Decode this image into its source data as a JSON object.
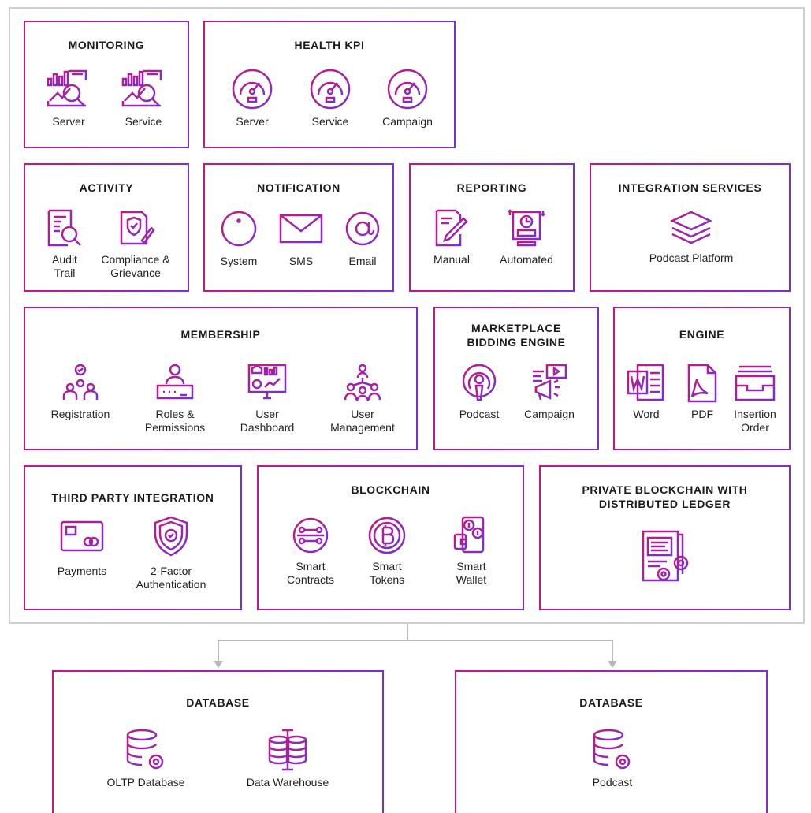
{
  "colors": {
    "accent_start": "#c2187f",
    "accent_end": "#7a2fd3",
    "frame": "#cfcfcf",
    "connector": "#b9b9b9"
  },
  "monitoring": {
    "title": "MONITORING",
    "items": [
      {
        "label": "Server",
        "icon": "analytics-magnifier-icon"
      },
      {
        "label": "Service",
        "icon": "analytics-magnifier-icon"
      }
    ]
  },
  "health_kpi": {
    "title": "HEALTH KPI",
    "items": [
      {
        "label": "Server",
        "icon": "gauge-icon"
      },
      {
        "label": "Service",
        "icon": "gauge-icon"
      },
      {
        "label": "Campaign",
        "icon": "gauge-icon"
      }
    ]
  },
  "activity": {
    "title": "ACTIVITY",
    "items": [
      {
        "label": "Audit Trail",
        "icon": "audit-document-icon"
      },
      {
        "label": "Compliance & Grievance",
        "icon": "compliance-shield-document-icon"
      }
    ]
  },
  "notification": {
    "title": "NOTIFICATION",
    "items": [
      {
        "label": "System",
        "icon": "info-circle-icon"
      },
      {
        "label": "SMS",
        "icon": "envelope-icon"
      },
      {
        "label": "Email",
        "icon": "at-sign-icon"
      }
    ]
  },
  "reporting": {
    "title": "REPORTING",
    "items": [
      {
        "label": "Manual",
        "icon": "pencil-document-icon"
      },
      {
        "label": "Automated",
        "icon": "automated-report-icon"
      }
    ]
  },
  "integration": {
    "title": "INTEGRATION SERVICES",
    "items": [
      {
        "label": "Podcast Platform",
        "icon": "layers-icon"
      }
    ]
  },
  "membership": {
    "title": "MEMBERSHIP",
    "items": [
      {
        "label": "Registration",
        "icon": "registration-users-icon"
      },
      {
        "label": "Roles & Permissions",
        "icon": "password-user-icon"
      },
      {
        "label": "User Dashboard",
        "icon": "dashboard-monitor-icon"
      },
      {
        "label": "User Management",
        "icon": "user-hierarchy-icon"
      }
    ]
  },
  "marketplace": {
    "title": "MARKETPLACE BIDDING ENGINE",
    "items": [
      {
        "label": "Podcast",
        "icon": "podcast-icon"
      },
      {
        "label": "Campaign",
        "icon": "megaphone-icon"
      }
    ]
  },
  "engine": {
    "title": "ENGINE",
    "items": [
      {
        "label": "Word",
        "icon": "word-document-icon"
      },
      {
        "label": "PDF",
        "icon": "pdf-document-icon"
      },
      {
        "label": "Insertion Order",
        "icon": "tray-icon"
      }
    ]
  },
  "third_party": {
    "title": "THIRD PARTY INTEGRATION",
    "items": [
      {
        "label": "Payments",
        "icon": "credit-card-icon"
      },
      {
        "label": "2-Factor Authentication",
        "icon": "shield-check-icon"
      }
    ]
  },
  "blockchain": {
    "title": "BLOCKCHAIN",
    "items": [
      {
        "label": "Smart Contracts",
        "icon": "smart-contract-icon"
      },
      {
        "label": "Smart Tokens",
        "icon": "bitcoin-token-icon"
      },
      {
        "label": "Smart Wallet",
        "icon": "mobile-wallet-icon"
      }
    ]
  },
  "private_blockchain": {
    "title": "PRIVATE BLOCKCHAIN WITH DISTRIBUTED LEDGER",
    "icon": "ledger-gear-icon"
  },
  "database_1": {
    "title": "DATABASE",
    "items": [
      {
        "label": "OLTP Database",
        "icon": "database-gear-icon"
      },
      {
        "label": "Data Warehouse",
        "icon": "data-warehouse-icon"
      }
    ]
  },
  "database_2": {
    "title": "DATABASE",
    "items": [
      {
        "label": "Podcast",
        "icon": "database-gear-icon"
      }
    ]
  }
}
